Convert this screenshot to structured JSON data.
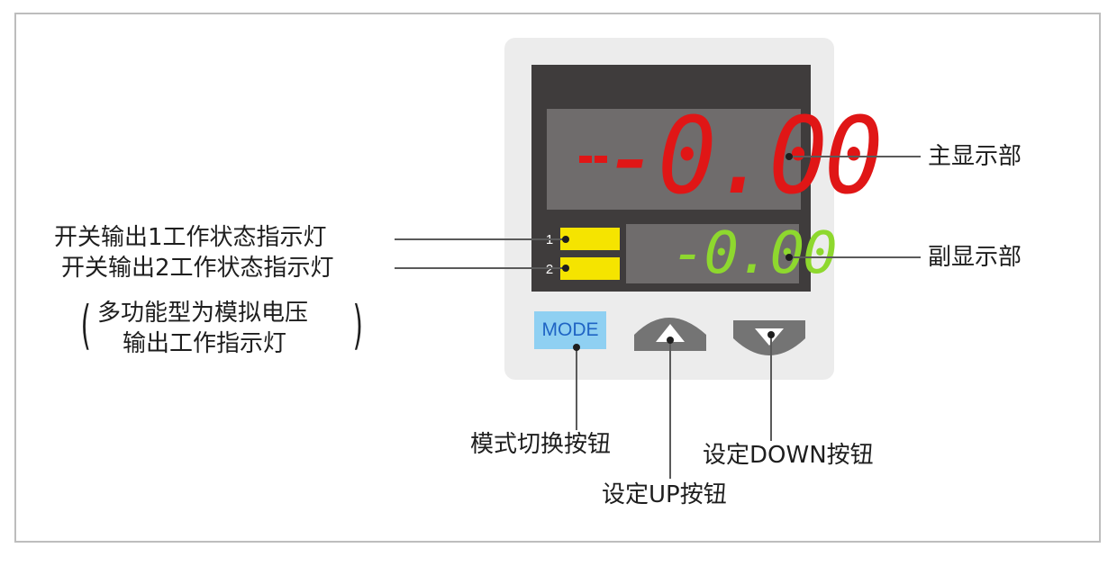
{
  "display": {
    "main_value": "-0.00",
    "main_prefix": "··",
    "sub_value": "-0.00"
  },
  "indicators": {
    "led1_number": "1",
    "led2_number": "2"
  },
  "buttons": {
    "mode_label": "MODE"
  },
  "labels": {
    "main_display": "主显示部",
    "sub_display": "副显示部",
    "output1_indicator": "开关输出1工作状态指示灯",
    "output2_indicator": "开关输出2工作状态指示灯",
    "output2_note_line1": "多功能型为模拟电压",
    "output2_note_line2": "输出工作指示灯",
    "paren_open": "(",
    "paren_close": ")",
    "mode_button": "模式切换按钮",
    "up_button": "设定UP按钮",
    "down_button": "设定DOWN按钮"
  },
  "colors": {
    "main_digits": "#e01616",
    "sub_digits": "#8ed82e",
    "led": "#f5e400",
    "mode_button": "#8fd0f2",
    "mode_text": "#1f64c4",
    "arrow_button": "#747474",
    "panel": "#3f3c3c"
  }
}
